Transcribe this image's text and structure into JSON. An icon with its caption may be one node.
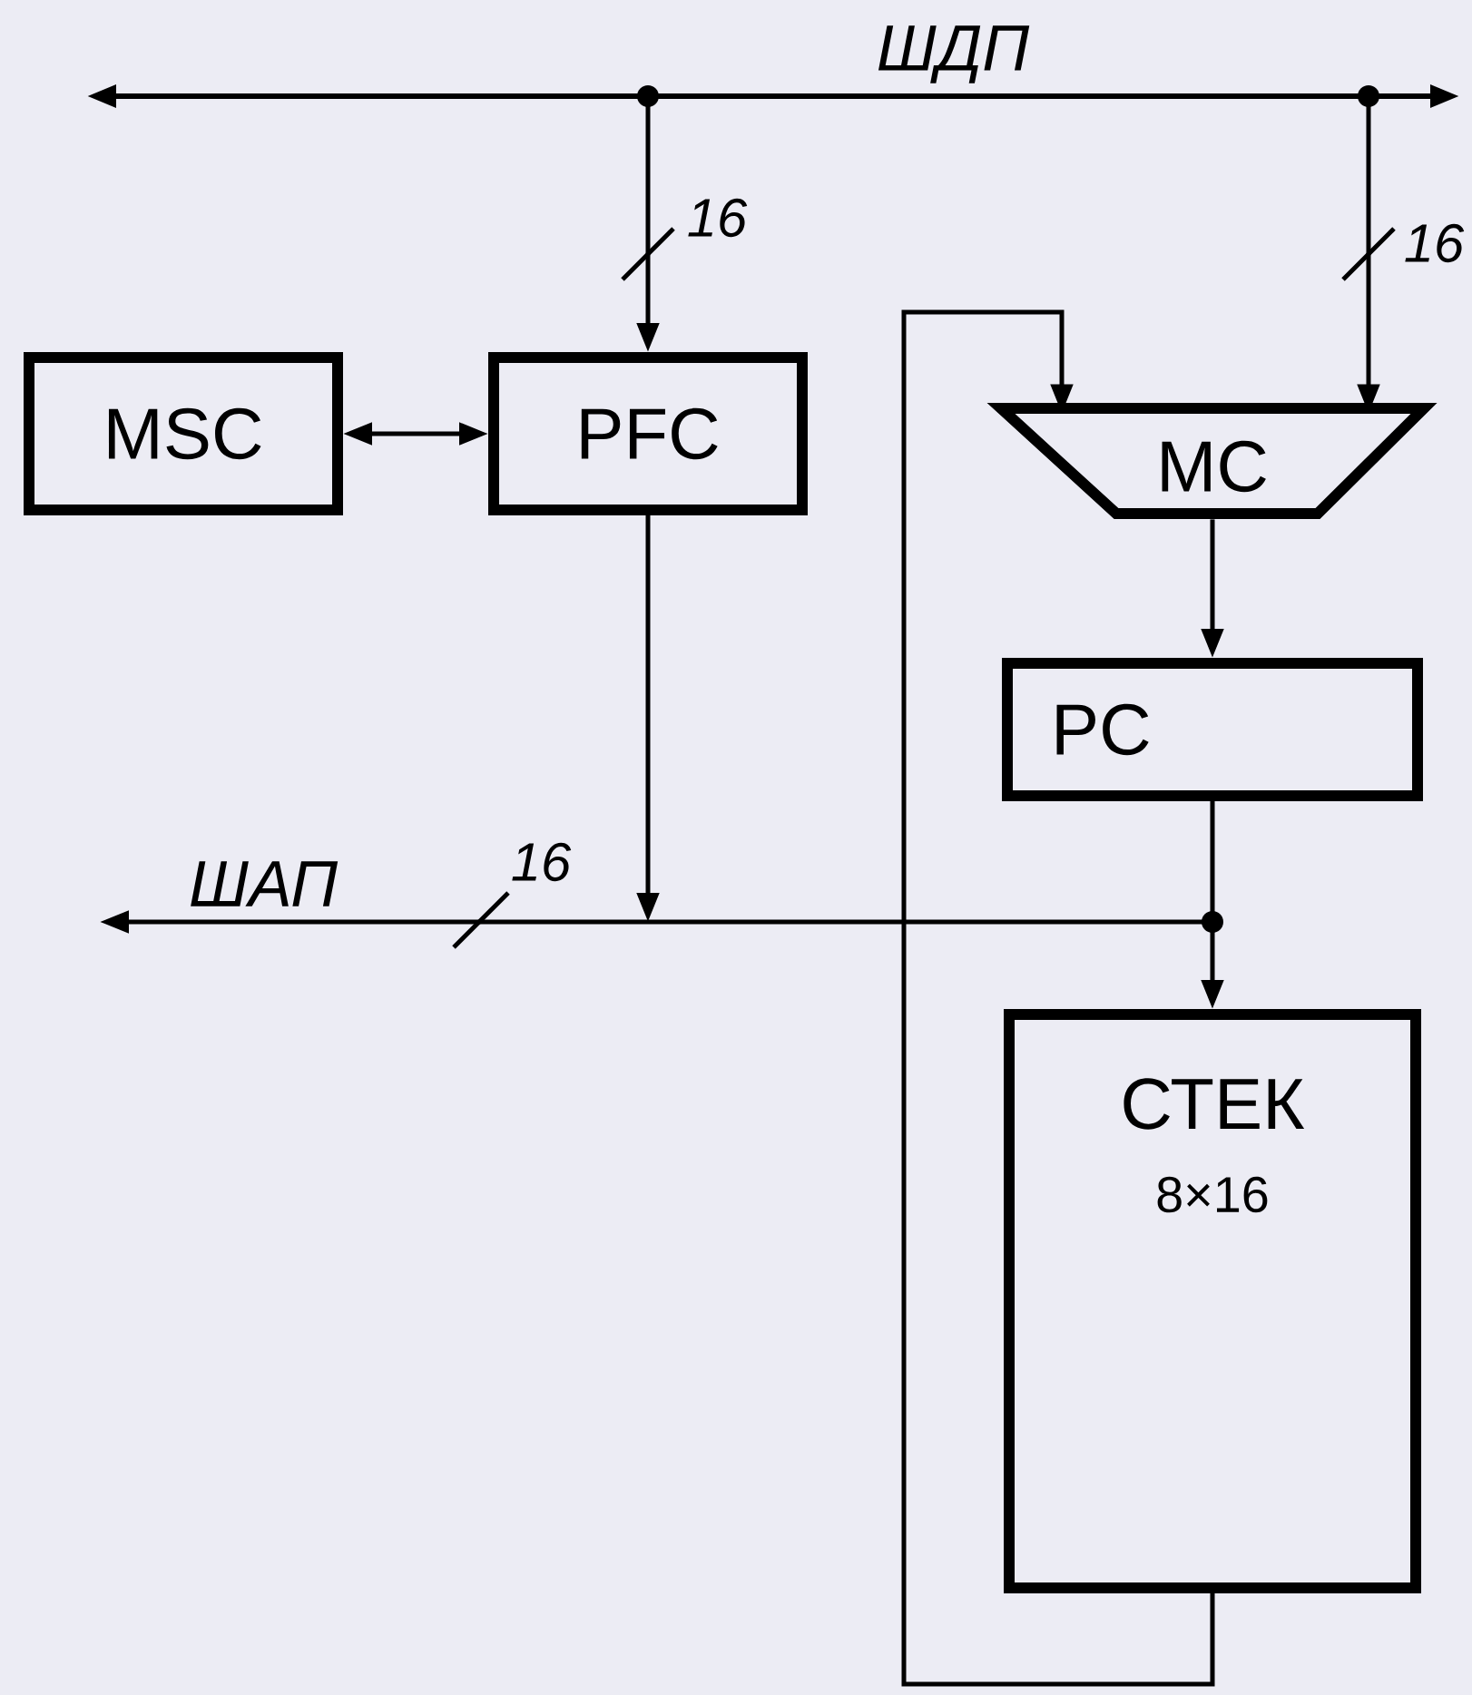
{
  "diagram": {
    "nodes": [
      {
        "text": [
          "MSC"
        ]
      },
      {
        "text": [
          "PFC"
        ]
      },
      {
        "text": [
          "MC"
        ]
      },
      {
        "text": [
          "PC"
        ]
      },
      {
        "text": [
          "СТЕК",
          "8×16"
        ]
      }
    ],
    "edges": [
      {
        "from": null,
        "to": 1,
        "arrow": "to",
        "label": "16"
      },
      {
        "from": null,
        "to": 2,
        "arrow": "to",
        "label": "16"
      },
      {
        "from": 0,
        "to": 1,
        "arrow": "both"
      },
      {
        "from": 2,
        "to": 3,
        "arrow": "to"
      },
      {
        "from": 3,
        "to": 4,
        "arrow": "to"
      },
      {
        "from": 1,
        "to": null,
        "arrow": "to"
      },
      {
        "from": 4,
        "to": 2,
        "arrow": "to"
      }
    ],
    "labels": [
      "ШДП",
      "ШАП",
      "16"
    ]
  }
}
